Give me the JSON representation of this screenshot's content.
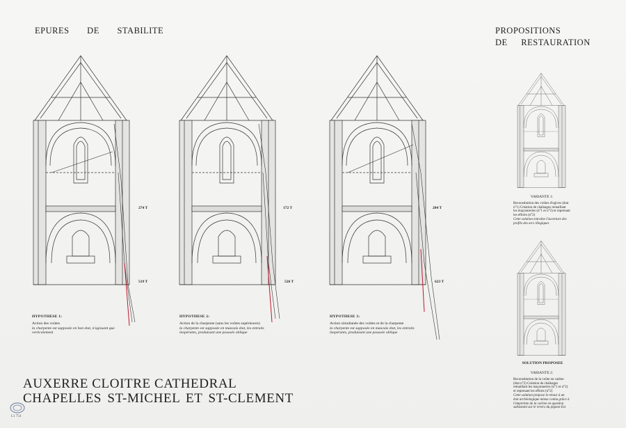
{
  "header": {
    "left_title": "EPURES DE STABILITE",
    "right_title_line1": "PROPOSITIONS",
    "right_title_line2": "DE RESTAURATION"
  },
  "footer": {
    "title_line1": "AUXERRE CLOITRE CATHEDRAL",
    "title_line2": "CHAPELLES ST-MICHEL ET ST-CLEMENT",
    "stamp_ref": "L1 754"
  },
  "hypotheses": [
    {
      "title": "HYPOTHESE 1:",
      "force_upper": "274 T",
      "force_lower": "519 T",
      "desc": "Action des voûtes",
      "note": "la charpente est supposée en bon état, n'agissant que verticalement"
    },
    {
      "title": "HYPOTHESE 2:",
      "force_upper": "172 T",
      "force_lower": "526 T",
      "desc": "Action de la charpente (sans les voûtes supérieures)",
      "note": "la charpente est supposée en mauvais état, les entraits inopérants, produisant une poussée oblique"
    },
    {
      "title": "HYPOTHESE 3:",
      "force_upper": "204 T",
      "force_lower": "623 T",
      "desc": "Action simultanée des voûtes et de la charpente",
      "note": "la charpente est supposée en mauvais état, les entraits inopérants, produisant une poussée oblique"
    }
  ],
  "variants": [
    {
      "title": "VARIANTE 1:",
      "desc": "Reconstitution des voûtes d'ogives (état n°1) Création de chaînages remaillant les maçonneries (n°1 et n°2) et reprenant les efforts (n°2)",
      "note": "Cette solution entraîne l'ouverture des profils des arcs illogiques"
    },
    {
      "title": "VARIANTE 2:",
      "desc": "Reconstitution de la voûte en carène (état n°2) Création de chaînages remaillant les maçonneries (n°1 et n°2) et reprenant les efforts (n°2)",
      "note": "Cette solution propose le retour à un état archéologique mieux connu grâce à l'empreinte de la carène en question subsistant sur le revers du pignon Est"
    }
  ],
  "solution_label": "SOLUTION PROPOSEE",
  "colors": {
    "paper": "#f4f4f2",
    "ink": "#1f1f1f",
    "thrust_line": "#c0142a"
  }
}
